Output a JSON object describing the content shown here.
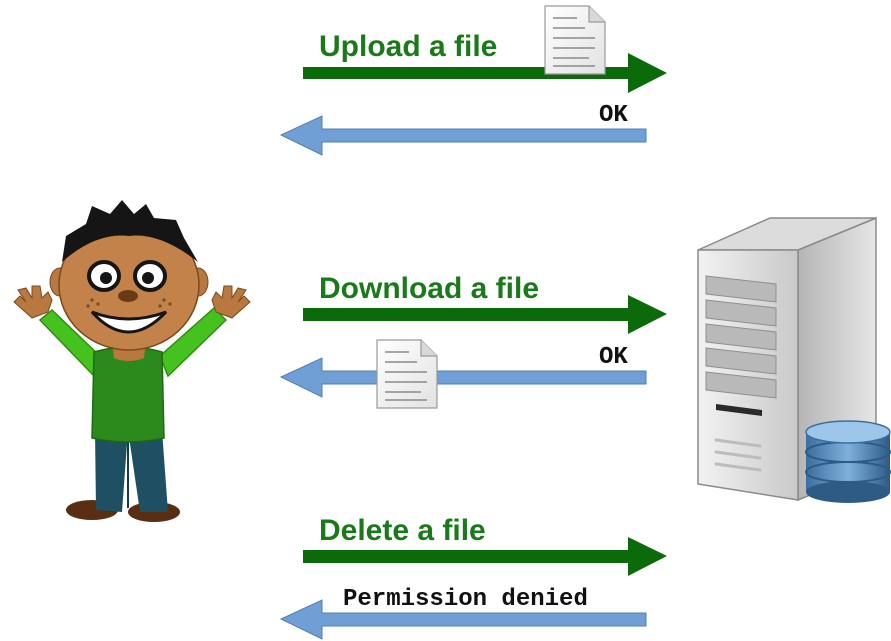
{
  "exchanges": [
    {
      "request": "Upload a file",
      "response": "OK"
    },
    {
      "request": "Download a file",
      "response": "OK"
    },
    {
      "request": "Delete a file",
      "response": "Permission denied"
    }
  ],
  "colors": {
    "request_arrow": "#0b6b0b",
    "request_text": "#1a7a1a",
    "response_arrow": "#6f9fd4",
    "response_text": "#111111"
  },
  "icons": {
    "user": "cartoon-person-icon",
    "server": "server-tower-icon",
    "database": "database-icon",
    "document": "document-icon"
  }
}
